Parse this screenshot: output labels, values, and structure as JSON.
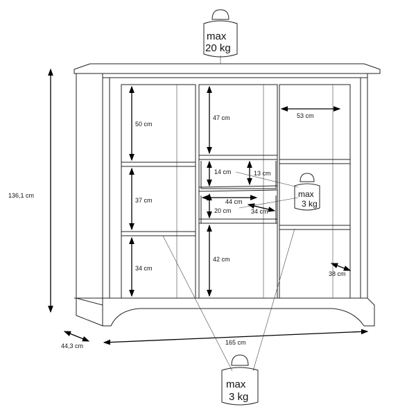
{
  "weights": {
    "top": {
      "line1": "max",
      "line2": "20 kg"
    },
    "drawer": {
      "line1": "max",
      "line2": "3 kg"
    },
    "shelf": {
      "line1": "max",
      "line2": "3 kg"
    }
  },
  "dimensions": {
    "height": "136,1 cm",
    "depth": "44,3 cm",
    "width": "165 cm",
    "left_top": "50 cm",
    "left_mid": "37 cm",
    "left_bottom": "34 cm",
    "mid_top": "47 cm",
    "mid_drawer1_height": "14 cm",
    "mid_drawer1_inner": "13 cm",
    "mid_drawer_width": "44 cm",
    "mid_drawer2_height": "20 cm",
    "mid_drawer_depth": "34 cm",
    "mid_bottom": "42 cm",
    "right_width": "53 cm",
    "right_depth": "38 cm"
  }
}
